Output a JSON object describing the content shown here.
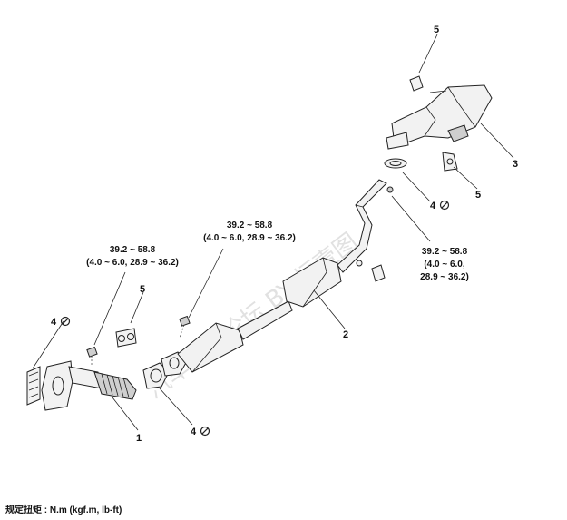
{
  "callouts": {
    "p1": "1",
    "p2": "2",
    "p3": "3",
    "p4a": "4",
    "p4b": "4",
    "p4c": "4",
    "p5a": "5",
    "p5b": "5",
    "p5c": "5"
  },
  "torque": {
    "front_l1": "39.2 ~ 58.8",
    "front_l2": "(4.0 ~ 6.0, 28.9 ~ 36.2)",
    "center_l1": "39.2 ~ 58.8",
    "center_l2": "(4.0 ~ 6.0, 28.9 ~ 36.2)",
    "rear_l1": "39.2 ~ 58.8",
    "rear_l2": "(4.0 ~ 6.0,",
    "rear_l3": "28.9 ~ 36.2)"
  },
  "footer": "规定扭矩 : N.m (kgf.m, lb-ft)",
  "watermark": "汽车资料论坛 BY 恒壹图",
  "icons": {
    "non_reusable": "no-reuse-circle-icon"
  }
}
